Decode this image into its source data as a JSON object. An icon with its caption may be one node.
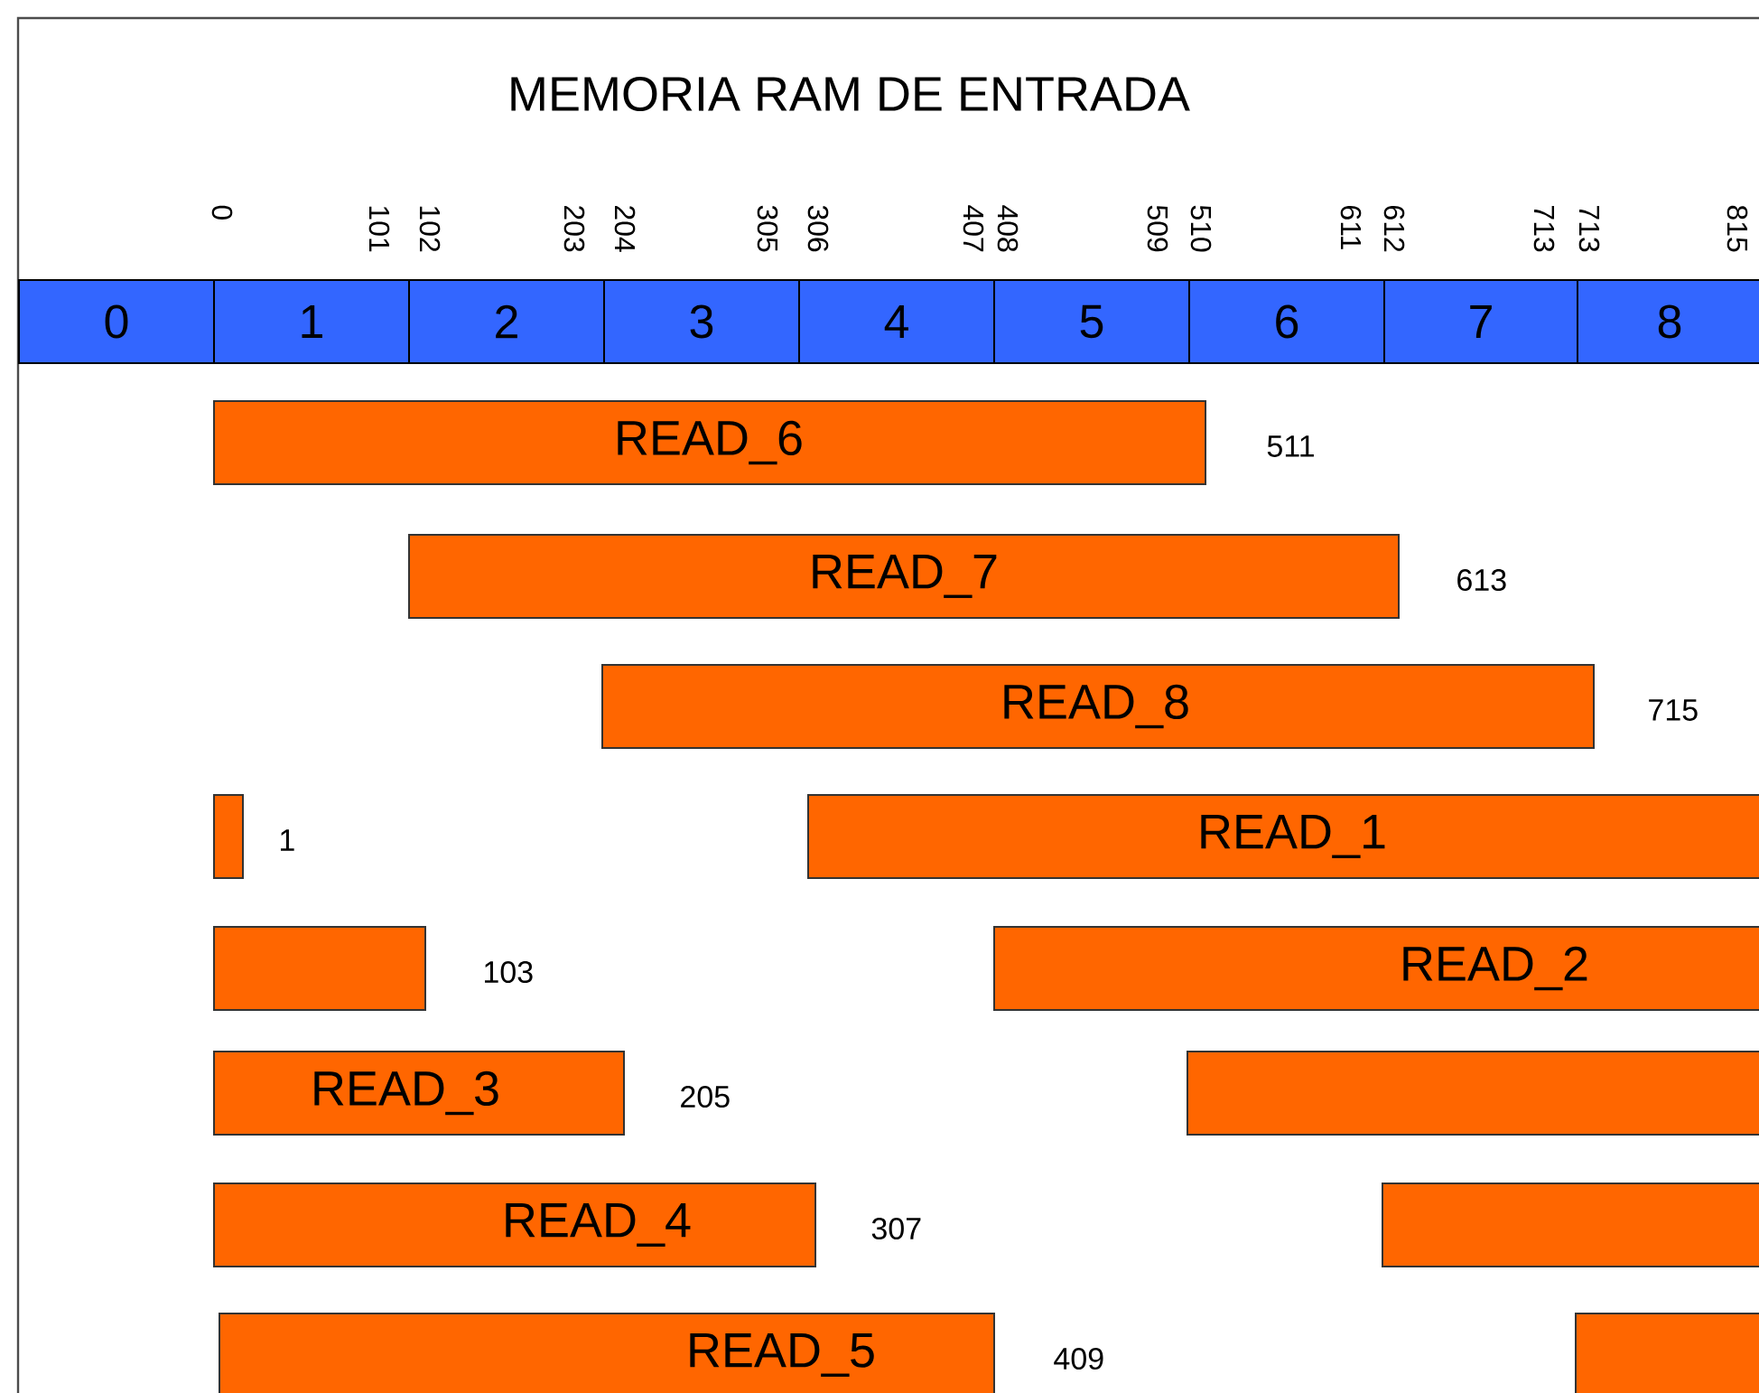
{
  "diagram": {
    "title": "MEMORIA RAM DE ENTRADA",
    "nodes": [
      {
        "text": [
          "0"
        ]
      },
      {
        "text": [
          "1"
        ]
      },
      {
        "text": [
          "2"
        ]
      },
      {
        "text": [
          "3"
        ]
      },
      {
        "text": [
          "4"
        ]
      },
      {
        "text": [
          "5"
        ]
      },
      {
        "text": [
          "6"
        ]
      },
      {
        "text": [
          "7"
        ]
      },
      {
        "text": [
          "8"
        ]
      },
      {
        "text": [
          "READ_6"
        ],
        "beside": [
          "511"
        ]
      },
      {
        "text": [
          "READ_7"
        ],
        "beside": [
          "613"
        ]
      },
      {
        "text": [
          "READ_8"
        ],
        "beside": [
          "715"
        ]
      },
      {
        "text": [],
        "shape": "bar",
        "beside": [
          "1"
        ]
      },
      {
        "text": [
          "READ_1"
        ]
      },
      {
        "text": [],
        "shape": "bar",
        "beside": [
          "103"
        ]
      },
      {
        "text": [
          "READ_2"
        ]
      },
      {
        "text": [
          "READ_3"
        ],
        "beside": [
          "205"
        ]
      },
      {
        "text": [],
        "shape": "bar"
      },
      {
        "text": [
          "READ_4"
        ],
        "beside": [
          "307"
        ]
      },
      {
        "text": [],
        "shape": "bar"
      },
      {
        "text": [
          "READ_5"
        ],
        "beside": [
          "409"
        ]
      },
      {
        "text": [],
        "shape": "bar"
      }
    ],
    "labels": [
      "0",
      "101",
      "102",
      "203",
      "204",
      "305",
      "306",
      "407",
      "408",
      "509",
      "510",
      "611",
      "612",
      "713",
      "713",
      "815"
    ]
  }
}
